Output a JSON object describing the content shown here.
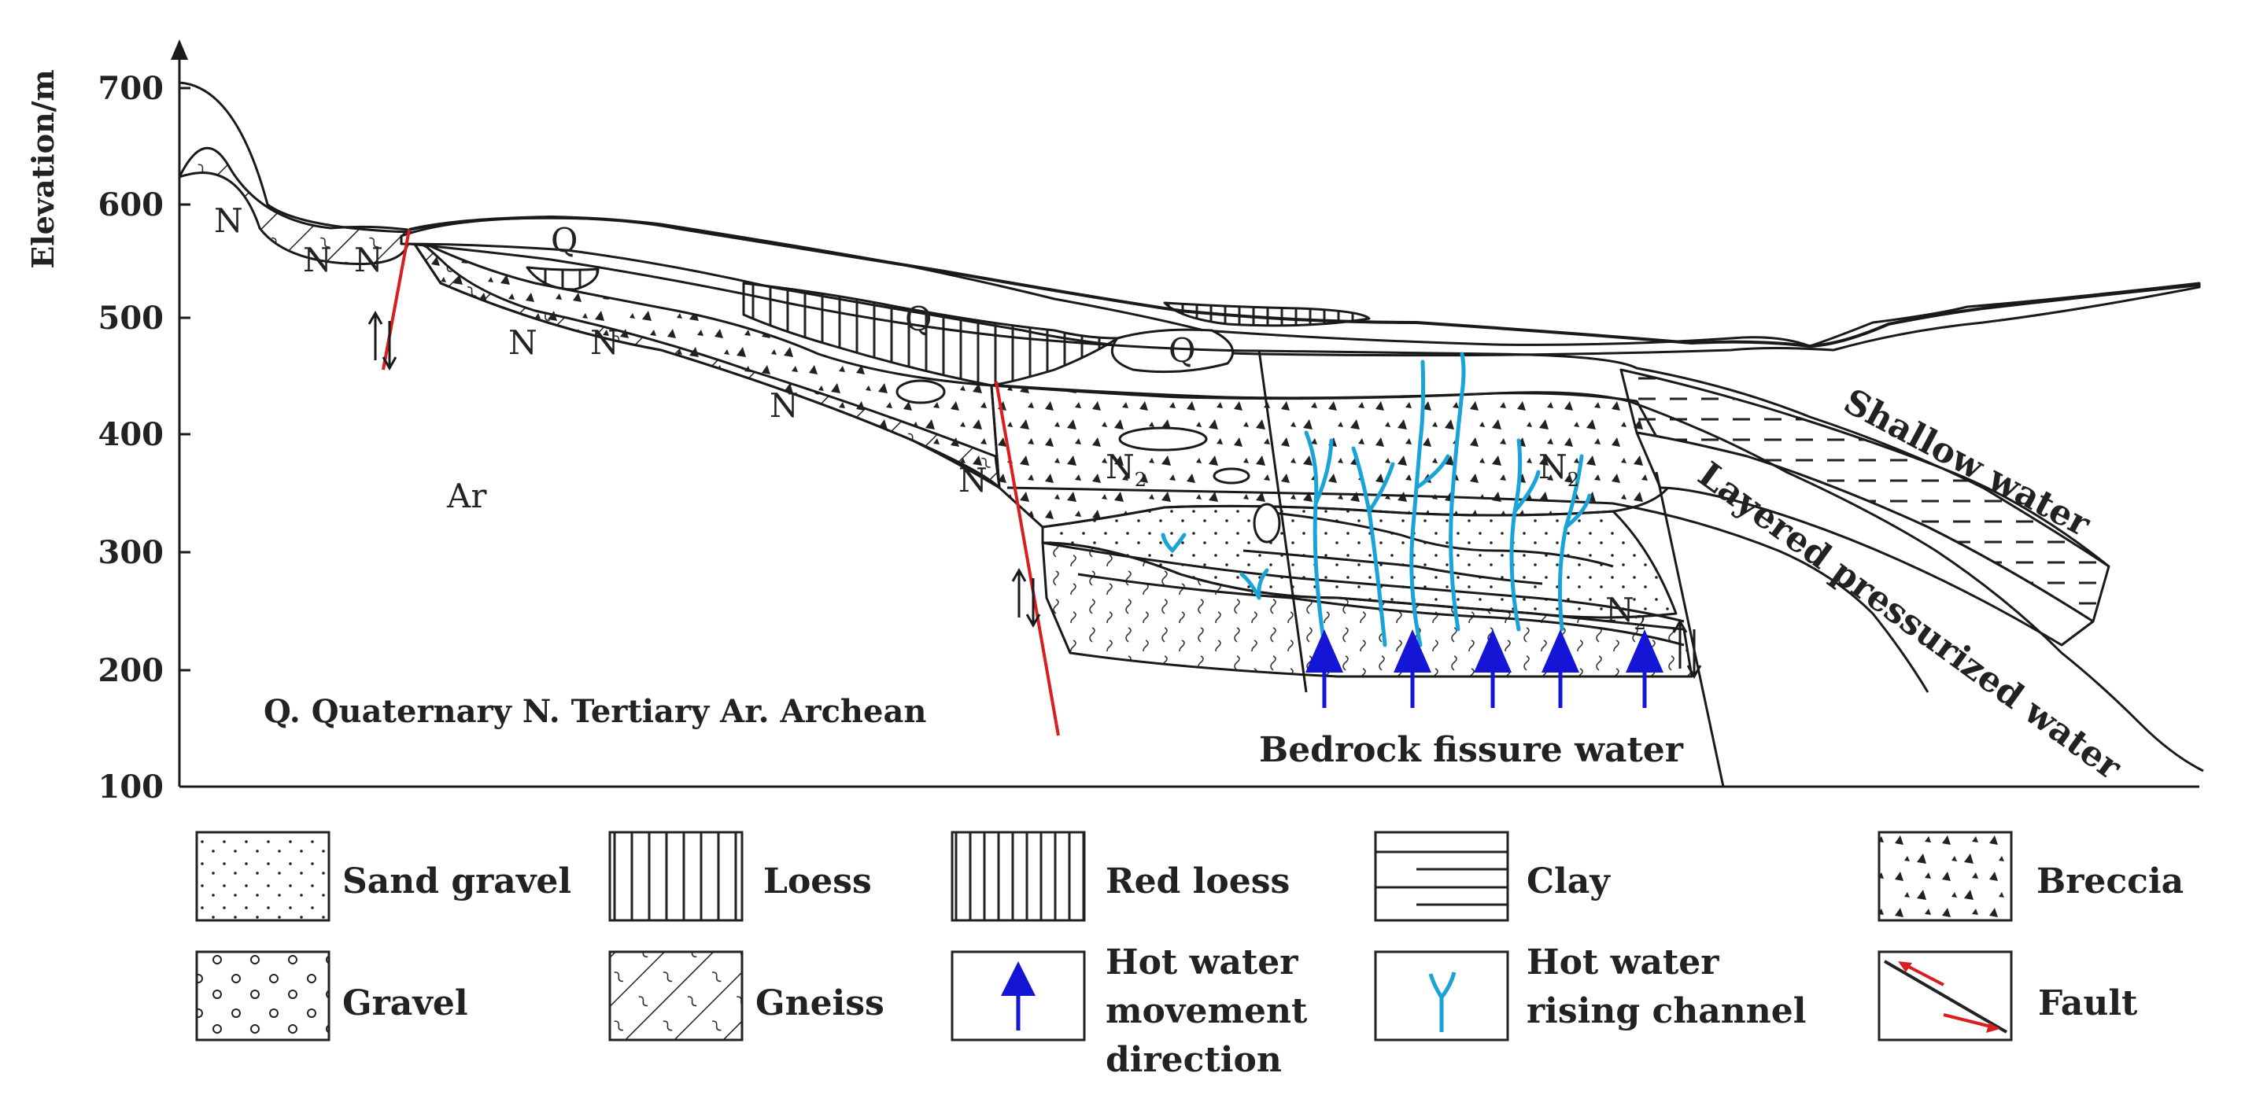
{
  "axis": {
    "ylabel": "Elevation/m",
    "ticks": [
      "700",
      "600",
      "500",
      "400",
      "300",
      "200",
      "100"
    ]
  },
  "labels": {
    "N": "N",
    "Q": "Q",
    "Ar": "Ar",
    "N2": "N",
    "sub2": "2",
    "abbrev": "Q. Quaternary  N. Tertiary Ar. Archean",
    "bedrock": "Bedrock fissure water",
    "shallow": "Shallow water",
    "layered": "Layered pressurized water"
  },
  "legend": {
    "sand_gravel": "Sand gravel",
    "loess": "Loess",
    "red_loess": "Red loess",
    "clay": "Clay",
    "breccia": "Breccia",
    "gravel": "Gravel",
    "gneiss": "Gneiss",
    "hot_move_1": "Hot water",
    "hot_move_2": "movement",
    "hot_move_3": "direction",
    "hot_rise_1": "Hot water",
    "hot_rise_2": "rising channel",
    "fault": "Fault"
  },
  "colors": {
    "line": "#1a1a1a",
    "fault": "#d81e1e",
    "channel": "#1aa3d6",
    "arrow": "#1515d6"
  }
}
